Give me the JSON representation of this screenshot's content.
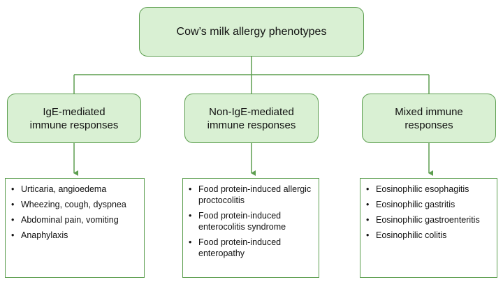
{
  "root": {
    "label": "Cow’s milk allergy phenotypes"
  },
  "categories": [
    {
      "label_lines": [
        "IgE-mediated",
        "immune responses"
      ],
      "items": [
        "Urticaria, angioedema",
        "Wheezing, cough, dyspnea",
        "Abdominal pain, vomiting",
        "Anaphylaxis"
      ]
    },
    {
      "label_lines": [
        "Non-IgE-mediated",
        "immune responses"
      ],
      "items": [
        "Food protein-induced allergic proctocolitis",
        "Food protein-induced enterocolitis syndrome",
        "Food protein-induced enteropathy"
      ]
    },
    {
      "label_lines": [
        "Mixed immune",
        "responses"
      ],
      "items": [
        "Eosinophilic esophagitis",
        "Eosinophilic gastritis",
        "Eosinophilic gastroenteritis",
        "Eosinophilic colitis"
      ]
    }
  ],
  "colors": {
    "node_fill": "#d9f0d3",
    "node_border": "#5c9e4f",
    "connector": "#5c9e4f"
  }
}
